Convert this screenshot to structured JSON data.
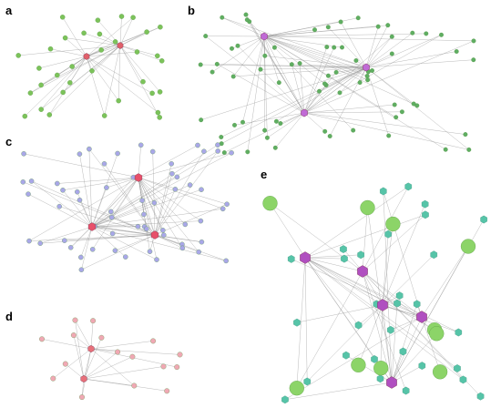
{
  "figure": {
    "panels": [
      {
        "letter": "a",
        "hubs": 2,
        "leaves": 34,
        "hub_color": "#e0606a",
        "leaf_color": "#7cc35a"
      },
      {
        "letter": "b",
        "hubs": 3,
        "leaves": 70,
        "hub_color": "#c06ad6",
        "leaf_color": "#5fae62"
      },
      {
        "letter": "c",
        "hubs": 3,
        "leaves": 60,
        "hub_color": "#e8506a",
        "leaf_color": "#a9a7e8"
      },
      {
        "letter": "d",
        "hubs": 2,
        "leaves": 16,
        "hub_color": "#e8707a",
        "leaf_color": "#f0a8b4"
      },
      {
        "letter": "e",
        "hubs": 5,
        "leaves": 40,
        "hub_color": "#b04fc0",
        "leaf_color": "#56c4a8",
        "large_color": "#8cd468"
      }
    ]
  }
}
